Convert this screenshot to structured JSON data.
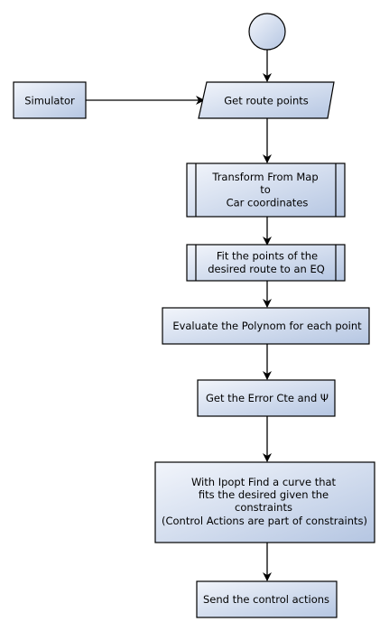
{
  "colors": {
    "fill_light": "#f2f5fb",
    "fill_dark": "#b5c6e2",
    "stroke": "#000000",
    "arrow": "#000000"
  },
  "nodes": {
    "start": {
      "label": ""
    },
    "simulator": {
      "label": "Simulator"
    },
    "get_route_points": {
      "label": "Get route points"
    },
    "transform": {
      "lines": [
        "Transform From Map",
        "to",
        "Car coordinates"
      ]
    },
    "fit_points": {
      "lines": [
        "Fit the points of the",
        "desired route to an EQ"
      ]
    },
    "evaluate": {
      "label": "Evaluate the Polynom for each point"
    },
    "get_error": {
      "label": "Get the Error Cte and Ψ"
    },
    "ipopt": {
      "lines": [
        "With Ipopt Find a curve that",
        "fits the desired given the",
        "constraints",
        "(Control Actions are part of constraints)"
      ]
    },
    "send": {
      "label": "Send the control actions"
    }
  }
}
